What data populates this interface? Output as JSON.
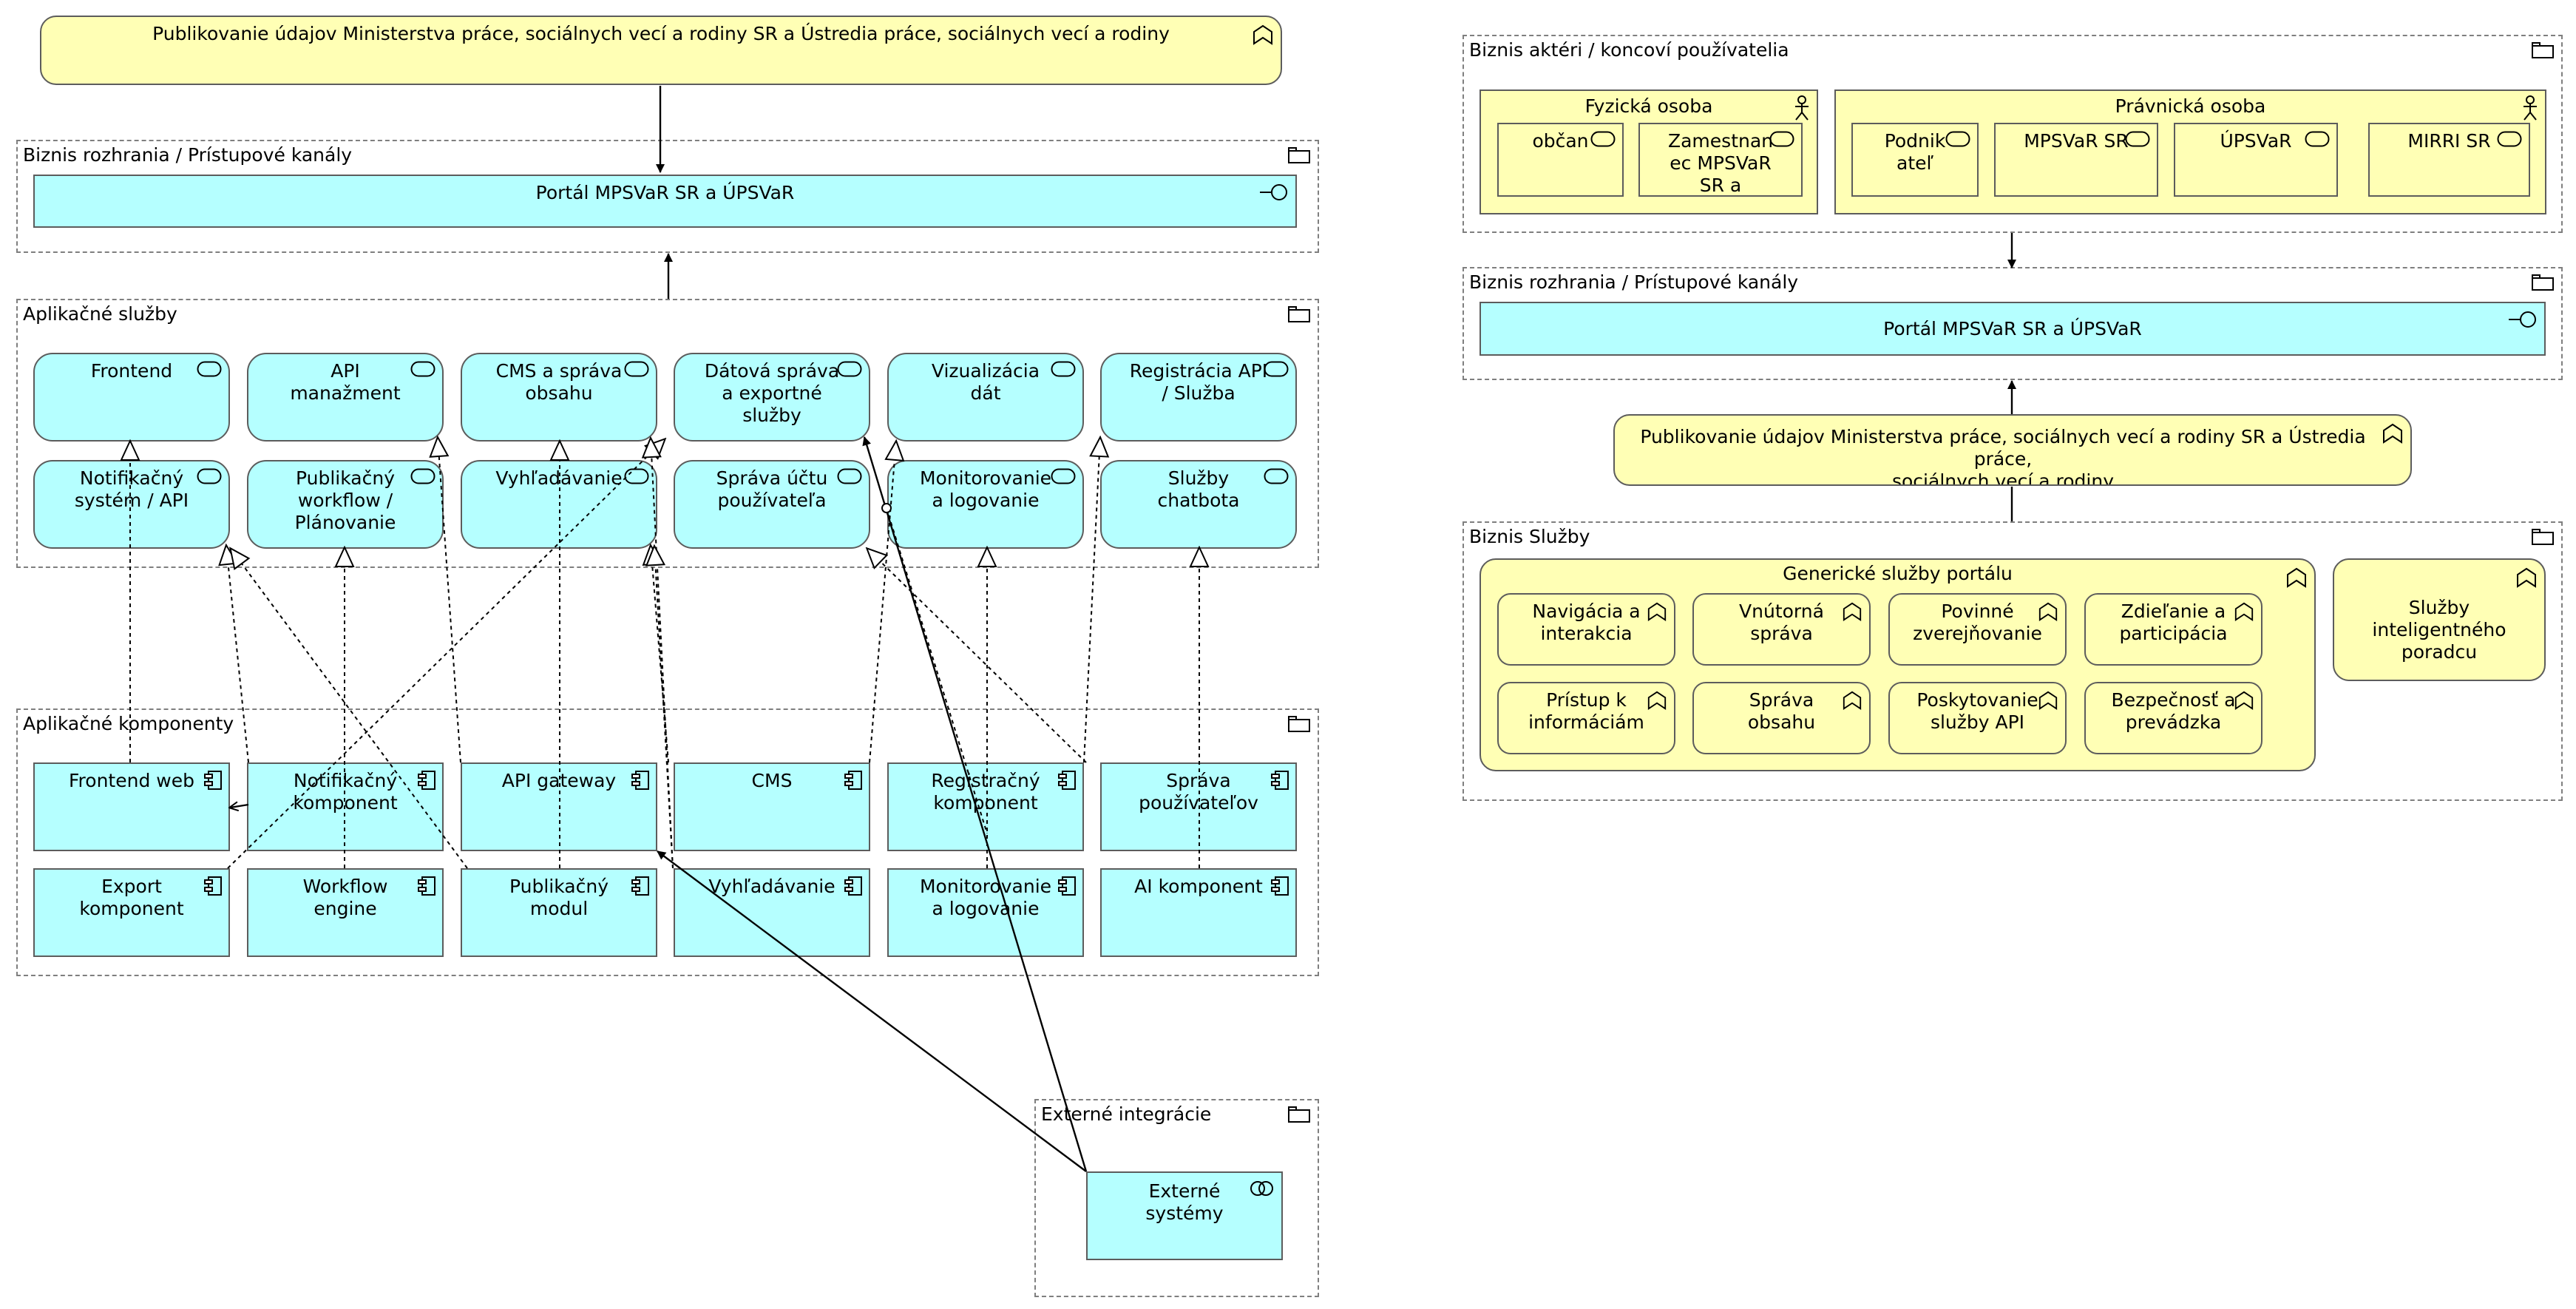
{
  "left": {
    "top_process": {
      "label": "Publikovanie údajov Ministerstva práce, sociálnych vecí a rodiny SR a Ústredia práce, sociálnych vecí a rodiny",
      "icon": "business-function-icon"
    },
    "interfaces_group": {
      "label": "Biznis rozhrania / Prístupové kanály",
      "icon": "folder-icon"
    },
    "portal": {
      "label": "Portál MPSVaR SR a ÚPSVaR",
      "icon": "interface-icon"
    },
    "services_group": {
      "label": "Aplikačné služby",
      "icon": "folder-icon"
    },
    "services": [
      {
        "label": "Frontend"
      },
      {
        "label": "API\nmanažment"
      },
      {
        "label": "CMS a správa\nobsahu"
      },
      {
        "label": "Dátová správa\na exportné\nslužby"
      },
      {
        "label": "Vizualizácia\ndát"
      },
      {
        "label": "Registrácia API\n/ Služba"
      },
      {
        "label": "Notifikačný\nsystém / API"
      },
      {
        "label": "Publikačný\nworkflow /\nPlánovanie"
      },
      {
        "label": "Vyhľadávanie"
      },
      {
        "label": "Správa účtu\npoužívateľa"
      },
      {
        "label": "Monitorovanie\na logovanie"
      },
      {
        "label": "Služby\nchatbota"
      }
    ],
    "components_group": {
      "label": "Aplikačné komponenty",
      "icon": "folder-icon"
    },
    "components": [
      {
        "label": "Frontend web"
      },
      {
        "label": "Notifikačný\nkomponent"
      },
      {
        "label": "API gateway"
      },
      {
        "label": "CMS"
      },
      {
        "label": "Registračný\nkomponent"
      },
      {
        "label": "Správa\npoužívateľov"
      },
      {
        "label": "Export\nkomponent"
      },
      {
        "label": "Workflow\nengine"
      },
      {
        "label": "Publikačný\nmodul"
      },
      {
        "label": "Vyhľadávanie"
      },
      {
        "label": "Monitorovanie\na logovanie"
      },
      {
        "label": "AI komponent"
      }
    ],
    "external_group": {
      "label": "Externé integrácie",
      "icon": "folder-icon"
    },
    "external": {
      "label": "Externé\nsystémy",
      "icon": "collaboration-icon"
    }
  },
  "right": {
    "actors_group": {
      "label": "Biznis aktéri / koncoví používatelia",
      "icon": "folder-icon"
    },
    "natural_person": {
      "label": "Fyzická osoba",
      "icon": "actor-icon"
    },
    "natural_roles": [
      {
        "label": "občan"
      },
      {
        "label": "Zamestnan\nec  MPSVaR\nSR a"
      }
    ],
    "legal_person": {
      "label": "Právnická osoba",
      "icon": "actor-icon"
    },
    "legal_roles": [
      {
        "label": "Podnik\nateľ"
      },
      {
        "label": "MPSVaR SR"
      },
      {
        "label": "ÚPSVaR"
      },
      {
        "label": "MIRRI SR"
      }
    ],
    "interfaces_group": {
      "label": "Biznis rozhrania / Prístupové kanály",
      "icon": "folder-icon"
    },
    "portal": {
      "label": "Portál MPSVaR SR a ÚPSVaR",
      "icon": "interface-icon"
    },
    "process": {
      "label": "Publikovanie údajov Ministerstva práce, sociálnych vecí a rodiny SR a Ústredia práce,\nsociálnych vecí a rodiny",
      "icon": "business-function-icon"
    },
    "services_group": {
      "label": "Biznis Služby",
      "icon": "folder-icon"
    },
    "generic": {
      "label": "Generické služby portálu",
      "icon": "business-function-icon"
    },
    "generic_items": [
      {
        "label": "Navigácia a\ninterakcia"
      },
      {
        "label": "Vnútorná\nspráva"
      },
      {
        "label": "Povinné\nzverejňovanie"
      },
      {
        "label": "Zdieľanie a\nparticipácia"
      },
      {
        "label": "Prístup k\ninformáciám"
      },
      {
        "label": "Správa\nobsahu"
      },
      {
        "label": "Poskytovanie\nslužby API"
      },
      {
        "label": "Bezpečnosť a\nprevádzka"
      }
    ],
    "advisor": {
      "label": "Služby inteligentného\nporadcu",
      "icon": "business-function-icon"
    }
  },
  "colors": {
    "business": "#ffffb5",
    "application": "#b5ffff",
    "group_border": "#7f7f7f",
    "box_border": "#5c5c5c"
  }
}
